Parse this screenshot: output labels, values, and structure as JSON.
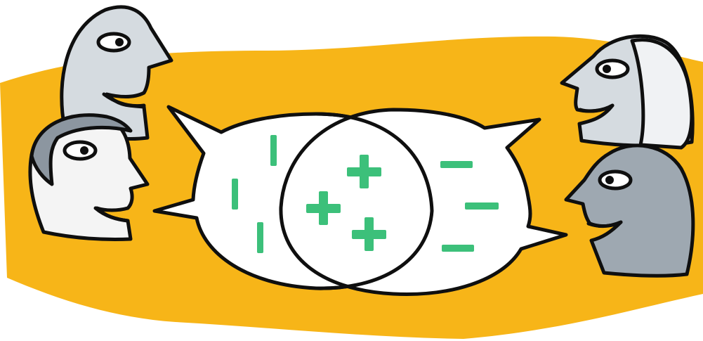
{
  "scene": {
    "description_free": true,
    "colors": {
      "background": "#ffffff",
      "blob": "#f7b518",
      "outline": "#0f0f0f",
      "bubble_fill": "#ffffff",
      "mark": "#3cc07a",
      "face_light": "#d5dbe0",
      "face_mid": "#c3cdd6",
      "face_dark": "#9ea8b1",
      "face_white": "#f4f4f4",
      "hair": "#8c96a0"
    },
    "figures": [
      {
        "name": "left-top-head",
        "icon": "head-profile-right"
      },
      {
        "name": "left-bottom-head",
        "icon": "head-profile-right"
      },
      {
        "name": "right-top-head",
        "icon": "head-profile-left"
      },
      {
        "name": "right-bottom-head",
        "icon": "head-profile-left"
      }
    ],
    "venn": {
      "left_marks": {
        "symbol": "minus-vertical",
        "count": 3
      },
      "center_marks": {
        "symbol": "plus",
        "count": 3
      },
      "right_marks": {
        "symbol": "minus",
        "count": 3
      }
    }
  }
}
